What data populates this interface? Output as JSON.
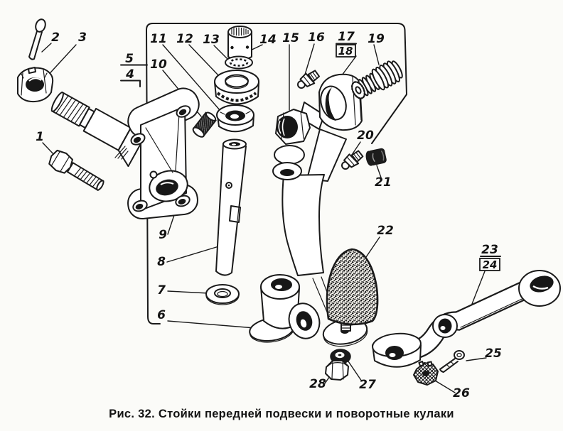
{
  "figure": {
    "caption": "Рис. 32. Стойки передней подвески и поворотные кулаки"
  },
  "colors": {
    "ink": "#1a1a1a",
    "paper": "#fbfbf8"
  },
  "labels": {
    "n1": "1",
    "n2": "2",
    "n3": "3",
    "n4": "4",
    "n5": "5",
    "n6": "6",
    "n7": "7",
    "n8": "8",
    "n9": "9",
    "n10": "10",
    "n11": "11",
    "n12": "12",
    "n13": "13",
    "n14": "14",
    "n15": "15",
    "n16": "16",
    "n17": "17",
    "n18": "18",
    "n19": "19",
    "n20": "20",
    "n21": "21",
    "n22": "22",
    "n23": "23",
    "n24": "24",
    "n25": "25",
    "n26": "26",
    "n27": "27",
    "n28": "28"
  }
}
